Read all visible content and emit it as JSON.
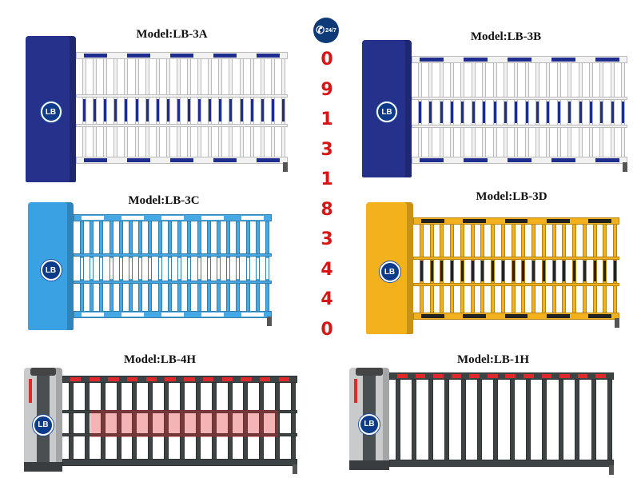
{
  "contact": {
    "icon": "phone-24-7-icon",
    "icon_text": "24/7",
    "phone_digits": [
      "0",
      "9",
      "1",
      "3",
      "1",
      "8",
      "3",
      "4",
      "4",
      "0"
    ],
    "digit_color": "#d91414"
  },
  "products": [
    {
      "model": "Model:LB-3A",
      "logo": "LB",
      "cabinet_color": "#25318a",
      "bar_color": "#f2f2f2",
      "accent_color": "#1f2d8f",
      "style": "fence"
    },
    {
      "model": "Model:LB-3B",
      "logo": "LB",
      "cabinet_color": "#25318a",
      "bar_color": "#f2f2f2",
      "accent_color": "#1f2d8f",
      "style": "fence"
    },
    {
      "model": "Model:LB-3C",
      "logo": "LB",
      "cabinet_color": "#3aa2e3",
      "bar_color": "#46a9e6",
      "accent_color": "#ffffff",
      "style": "fence"
    },
    {
      "model": "Model:LB-3D",
      "logo": "LB",
      "cabinet_color": "#f3b21b",
      "bar_color": "#f2b01c",
      "accent_color": "#222222",
      "style": "fence"
    },
    {
      "model": "Model:LB-4H",
      "logo": "LB",
      "cabinet_color": "#c9cacc",
      "bar_color": "#3e4446",
      "accent_color": "#e0292b",
      "style": "grid"
    },
    {
      "model": "Model:LB-1H",
      "logo": "LB",
      "cabinet_color": "#c9cacc",
      "bar_color": "#3e4446",
      "accent_color": "#e0292b",
      "style": "bars"
    }
  ]
}
